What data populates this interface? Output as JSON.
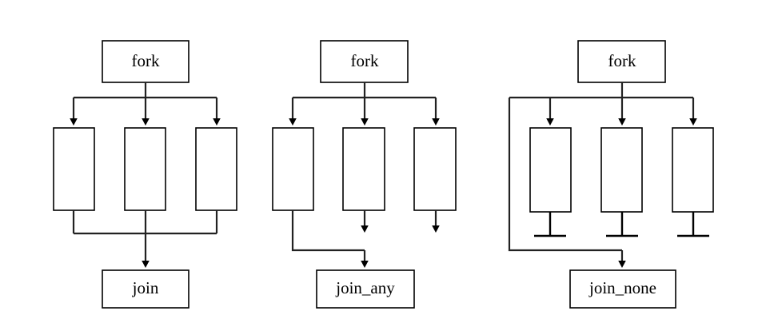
{
  "diagram": {
    "type": "flowchart",
    "title": "",
    "background_color": "#ffffff",
    "line_color": "#222222",
    "box_fill": "#ffffff",
    "box_stroke": "#000000",
    "text_color": "#000000",
    "groups": [
      {
        "id": "join",
        "fork_label": "fork",
        "join_label": "join",
        "thread_count": 3,
        "threads_return": [
          true,
          true,
          true
        ],
        "description": "fork spawns three threads; all three join back into join"
      },
      {
        "id": "join_any",
        "fork_label": "fork",
        "join_label": "join_any",
        "thread_count": 3,
        "threads_return": [
          true,
          false,
          false
        ],
        "description": "fork spawns three threads; the first to finish continues to join_any, the others terminate"
      },
      {
        "id": "join_none",
        "fork_label": "fork",
        "join_label": "join_none",
        "thread_count": 3,
        "threads_return": [
          false,
          false,
          false
        ],
        "description": "fork spawns three threads; none join, control bypasses directly to join_none"
      }
    ]
  }
}
